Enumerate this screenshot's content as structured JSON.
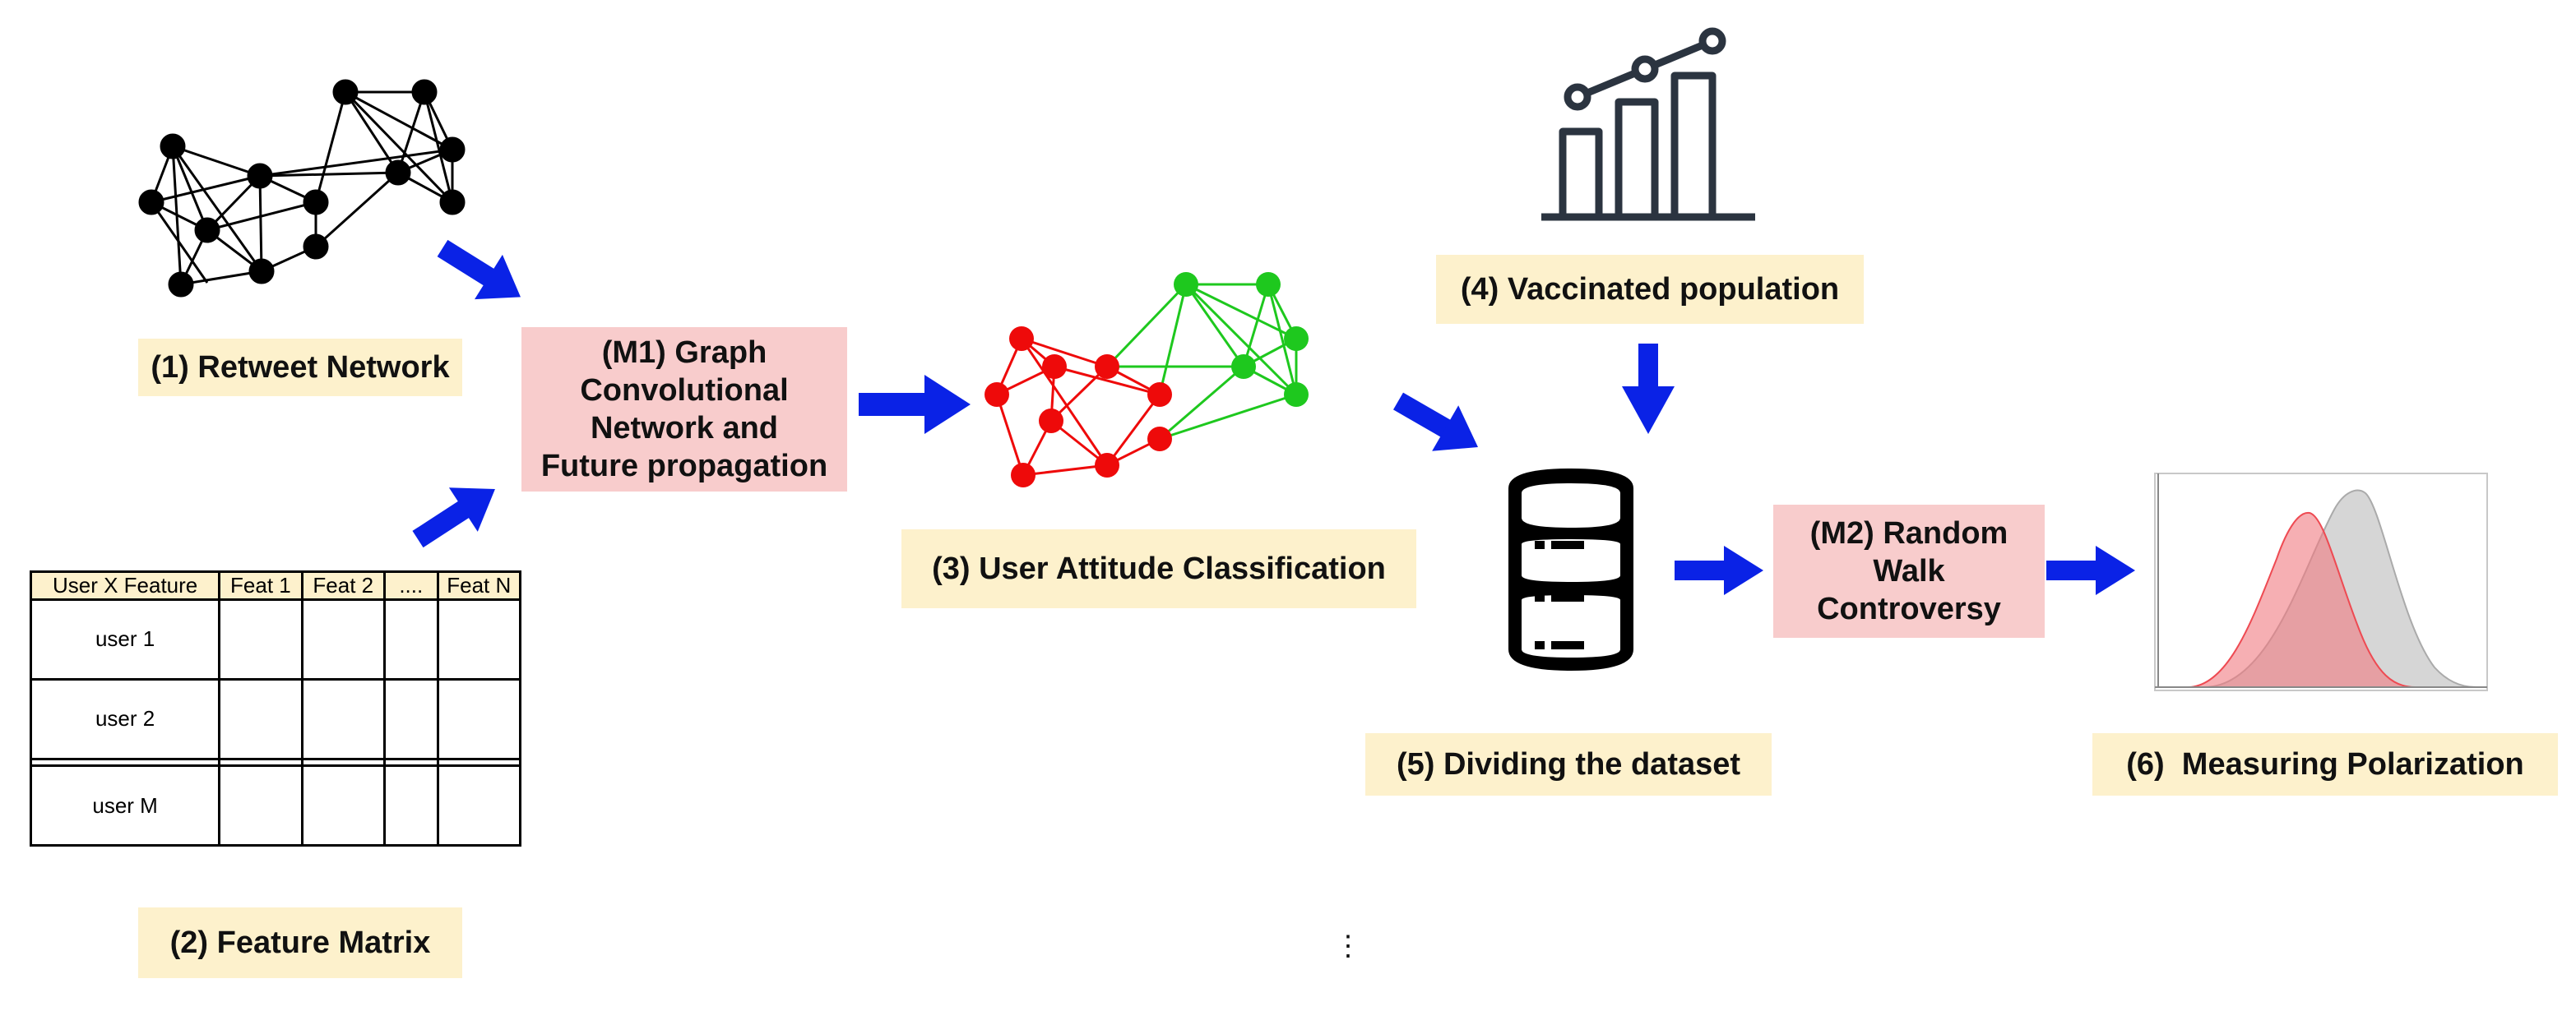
{
  "labels": {
    "retweet_network": "(1) Retweet Network",
    "feature_matrix": "(2) Feature Matrix",
    "user_attitude": "(3) User Attitude Classification",
    "vaccinated": "(4) Vaccinated population",
    "dividing": "(5) Dividing the dataset",
    "polarization": "(6)  Measuring Polarization"
  },
  "methods": {
    "m1": [
      "(M1) Graph",
      "Convolutional",
      "Network and",
      "Future propagation"
    ],
    "m2": [
      "(M2) Random",
      "Walk",
      "Controversy"
    ]
  },
  "feature_table": {
    "headers": [
      "User X Feature",
      "Feat 1",
      "Feat 2",
      "....",
      "Feat N"
    ],
    "rows": [
      [
        "user 1",
        "",
        "",
        "",
        ""
      ],
      [
        "user 2",
        "",
        "",
        "",
        ""
      ],
      [
        "",
        "",
        "",
        "",
        ""
      ],
      [
        "user M",
        "",
        "",
        "",
        ""
      ]
    ]
  },
  "separator": "⋮",
  "colors": {
    "arrow": "#0a22e6",
    "label_bg": "#fdf1cc",
    "method_bg": "#f8cccc",
    "red_nodes": "#ee0a0a",
    "green_nodes": "#1ec81e",
    "red_curve": "#f07a80",
    "gray_curve": "#bdbdbd"
  },
  "icons": [
    "retweet-network-graph-icon",
    "classified-network-graph-icon",
    "bar-line-chart-icon",
    "database-icon",
    "distribution-chart-icon",
    "arrow-icon"
  ]
}
